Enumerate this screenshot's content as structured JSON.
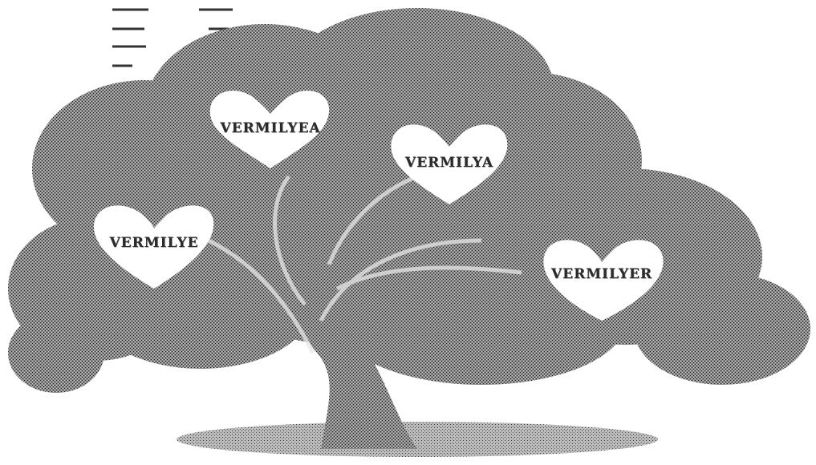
{
  "illustration": {
    "subject": "tree-icon",
    "colors": {
      "background": "#ffffff",
      "foliage_dark": "#3a3a3a",
      "foliage_mid": "#7a7a7a",
      "heart_fill": "#ffffff",
      "text": "#2b2b2b"
    }
  },
  "hearts": [
    {
      "label": "VERMILYEA"
    },
    {
      "label": "VERMILYA"
    },
    {
      "label": "VERMILYE"
    },
    {
      "label": "VERMILYER"
    }
  ]
}
